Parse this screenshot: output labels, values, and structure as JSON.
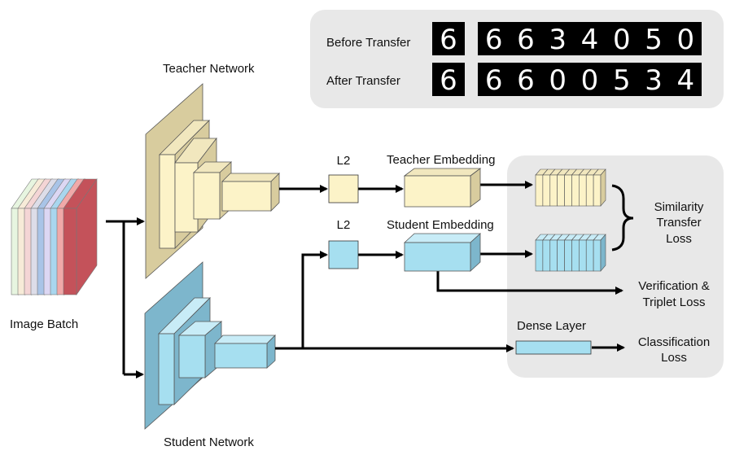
{
  "diagram": {
    "labels": {
      "teacher_network": "Teacher Network",
      "student_network": "Student Network",
      "image_batch": "Image Batch",
      "l2_teacher": "L2",
      "l2_student": "L2",
      "teacher_embedding": "Teacher Embedding",
      "student_embedding": "Student Embedding",
      "dense_layer": "Dense Layer",
      "similarity_line1": "Similarity",
      "similarity_line2": "Transfer",
      "similarity_line3": "Loss",
      "verification_line1": "Verification &",
      "verification_line2": "Triplet Loss",
      "classification_line1": "Classification",
      "classification_line2": "Loss"
    },
    "transfer_panel": {
      "before_label": "Before Transfer",
      "after_label": "After Transfer",
      "before_query": "6",
      "before_digits": [
        "6",
        "6",
        "3",
        "4",
        "0",
        "5",
        "0"
      ],
      "after_query": "6",
      "after_digits": [
        "6",
        "6",
        "0",
        "0",
        "5",
        "3",
        "4"
      ]
    },
    "colors": {
      "teacher": "#fcf3c8",
      "teacher_side": "#d8cc9e",
      "teacher_top": "#f1e7be",
      "student": "#a6dff0",
      "student_side": "#7db6cc",
      "student_top": "#c8ecf7",
      "panel": "#e8e8e8",
      "image_batch": [
        "#e7f5e0",
        "#f7ebd8",
        "#f4d5d5",
        "#dddde8",
        "#a9c4e7",
        "#dcd7f3",
        "#a9d6ee",
        "#f0a9a9",
        "#c4525a"
      ]
    }
  }
}
